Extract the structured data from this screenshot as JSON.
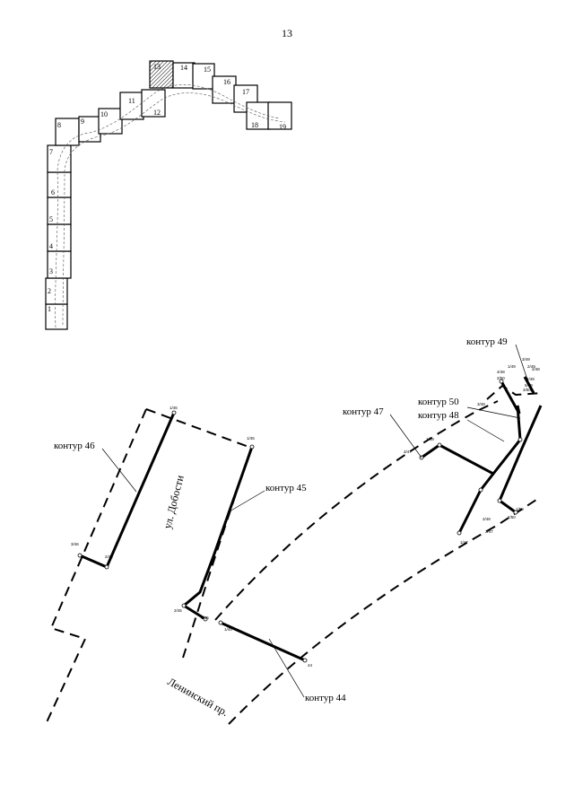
{
  "page_number": "13",
  "sheets": [
    "1",
    "2",
    "3",
    "4",
    "5",
    "6",
    "7",
    "8",
    "9",
    "10",
    "11",
    "12",
    "13",
    "14",
    "15",
    "16",
    "17",
    "18",
    "19"
  ],
  "contours": {
    "c44": "контур 44",
    "c45": "контур 45",
    "c46": "контур 46",
    "c47": "контур 47",
    "c48": "контур 48",
    "c49": "контур 49",
    "c50": "контур 50"
  },
  "streets": {
    "dobosti": "ул. Добости",
    "leninsky": "Ленинский пр."
  },
  "point_labels": {
    "p44": "44",
    "p1_44": "1/44",
    "p1_45": "1/45",
    "p2_45": "2/45",
    "p3_45": "3/45",
    "p1_46": "1/46",
    "p2_46": "2/46",
    "p3_46": "3/46",
    "p1_47": "1/47",
    "p2_47": "2/47",
    "p3_47": "3/47",
    "p1_48": "1/48",
    "p2_48": "2/48",
    "p3_48": "3/48",
    "p4_48": "4/48",
    "p1_49": "1/49",
    "p2_49": "2/49",
    "p3_49": "3/49",
    "p4_49": "4/49",
    "p5_49": "5/49",
    "p1_50": "1/50",
    "p2_50": "2/50",
    "p3_50": "3/50"
  }
}
